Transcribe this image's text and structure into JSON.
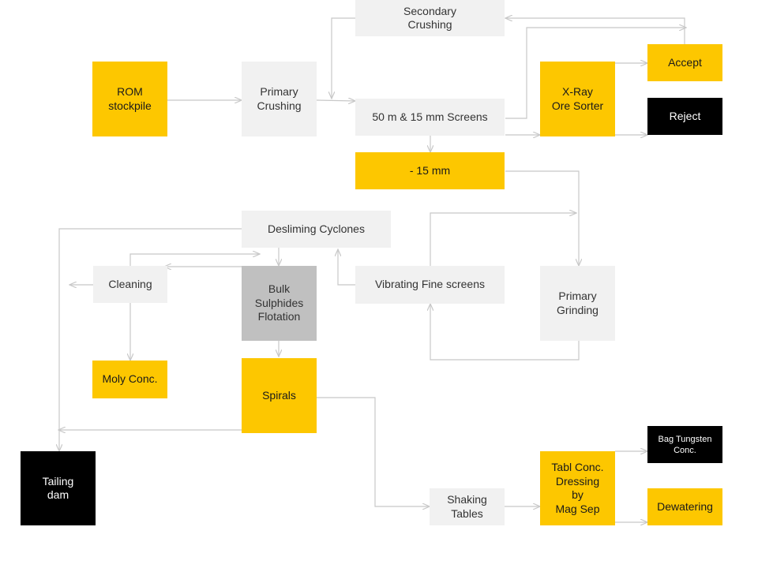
{
  "diagram": {
    "nodes": {
      "rom_stockpile": "ROM\nstockpile",
      "primary_crushing": "Primary\nCrushing",
      "secondary_crushing": "Secondary\nCrushing",
      "screens": "50 m & 15 mm Screens",
      "xray_sorter": "X-Ray\nOre Sorter",
      "accept": "Accept",
      "reject": "Reject",
      "minus_15mm": "- 15 mm",
      "desliming_cyclones": "Desliming Cyclones",
      "cleaning": "Cleaning",
      "bulk_flotation": "Bulk\nSulphides\nFlotation",
      "vibrating_screens": "Vibrating Fine screens",
      "primary_grinding": "Primary\nGrinding",
      "moly_conc": "Moly Conc.",
      "spirals": "Spirals",
      "tailing_dam": "Tailing\ndam",
      "shaking_tables": "Shaking\nTables",
      "table_conc_dressing": "Tabl Conc.\nDressing\nby\nMag Sep",
      "bag_tungsten": "Bag Tungsten\nConc.",
      "dewatering": "Dewatering"
    },
    "colors": {
      "yellow": "#fdc700",
      "grey": "#f1f1f1",
      "dark_grey": "#c0c0c0",
      "black": "#000000",
      "connector": "#c8c8c8"
    }
  }
}
